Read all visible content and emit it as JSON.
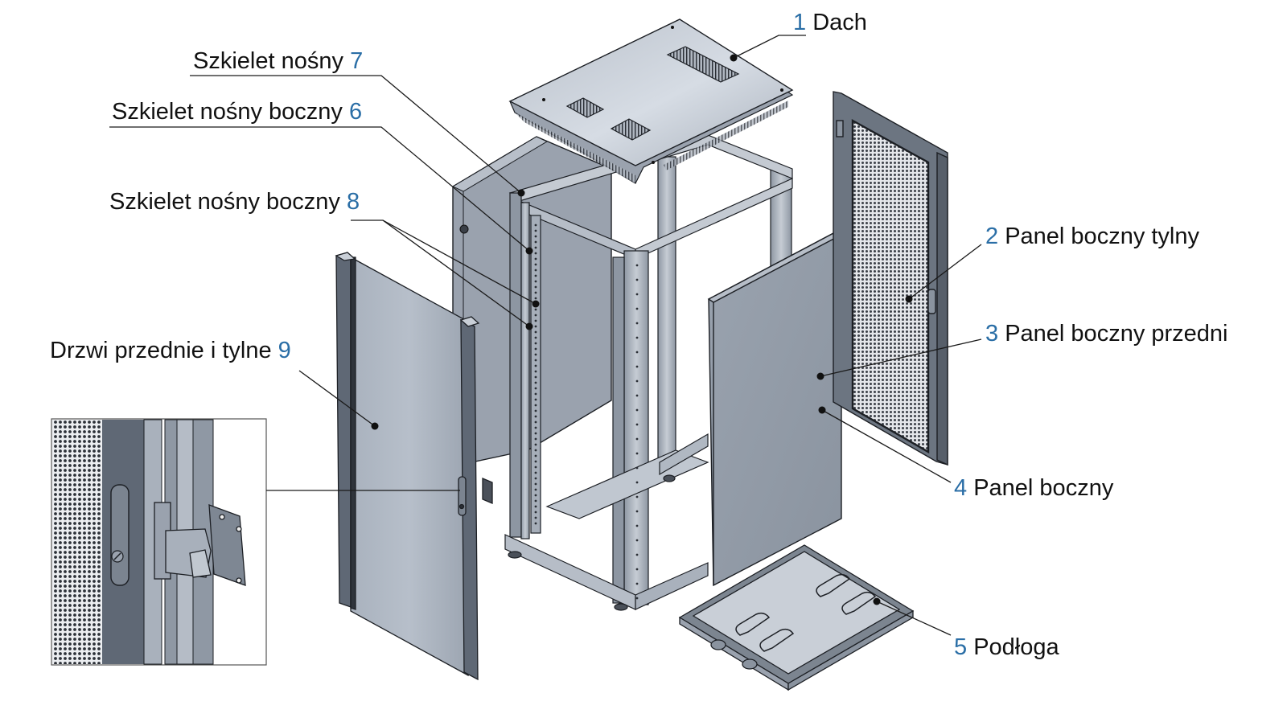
{
  "diagram": {
    "subject": "Exploded view of a server rack cabinet",
    "colors": {
      "callout_number": "#2a6ea6",
      "label_text": "#111111",
      "leader_line": "#1a1a1a",
      "metal_light": "#c3cad4",
      "metal_mid": "#9aa3af",
      "metal_dark": "#5f6875",
      "outline": "#1c1f24"
    },
    "callouts": [
      {
        "number": "1",
        "label": "Dach",
        "part": "roof"
      },
      {
        "number": "2",
        "label": "Panel boczny tylny",
        "part": "rear-perforated-door"
      },
      {
        "number": "3",
        "label": "Panel boczny przedni",
        "part": "side-panel-front"
      },
      {
        "number": "4",
        "label": "Panel boczny",
        "part": "side-panel"
      },
      {
        "number": "5",
        "label": "Podłoga",
        "part": "floor"
      },
      {
        "number": "6",
        "label": "Szkielet nośny boczny",
        "part": "side-frame"
      },
      {
        "number": "7",
        "label": "Szkielet nośny",
        "part": "main-frame"
      },
      {
        "number": "8",
        "label": "Szkielet nośny boczny",
        "part": "side-rails"
      },
      {
        "number": "9",
        "label": "Drzwi przednie i tylne",
        "part": "glass-door"
      }
    ],
    "inset": {
      "subject": "Detail of door lock handle and hinge"
    }
  }
}
